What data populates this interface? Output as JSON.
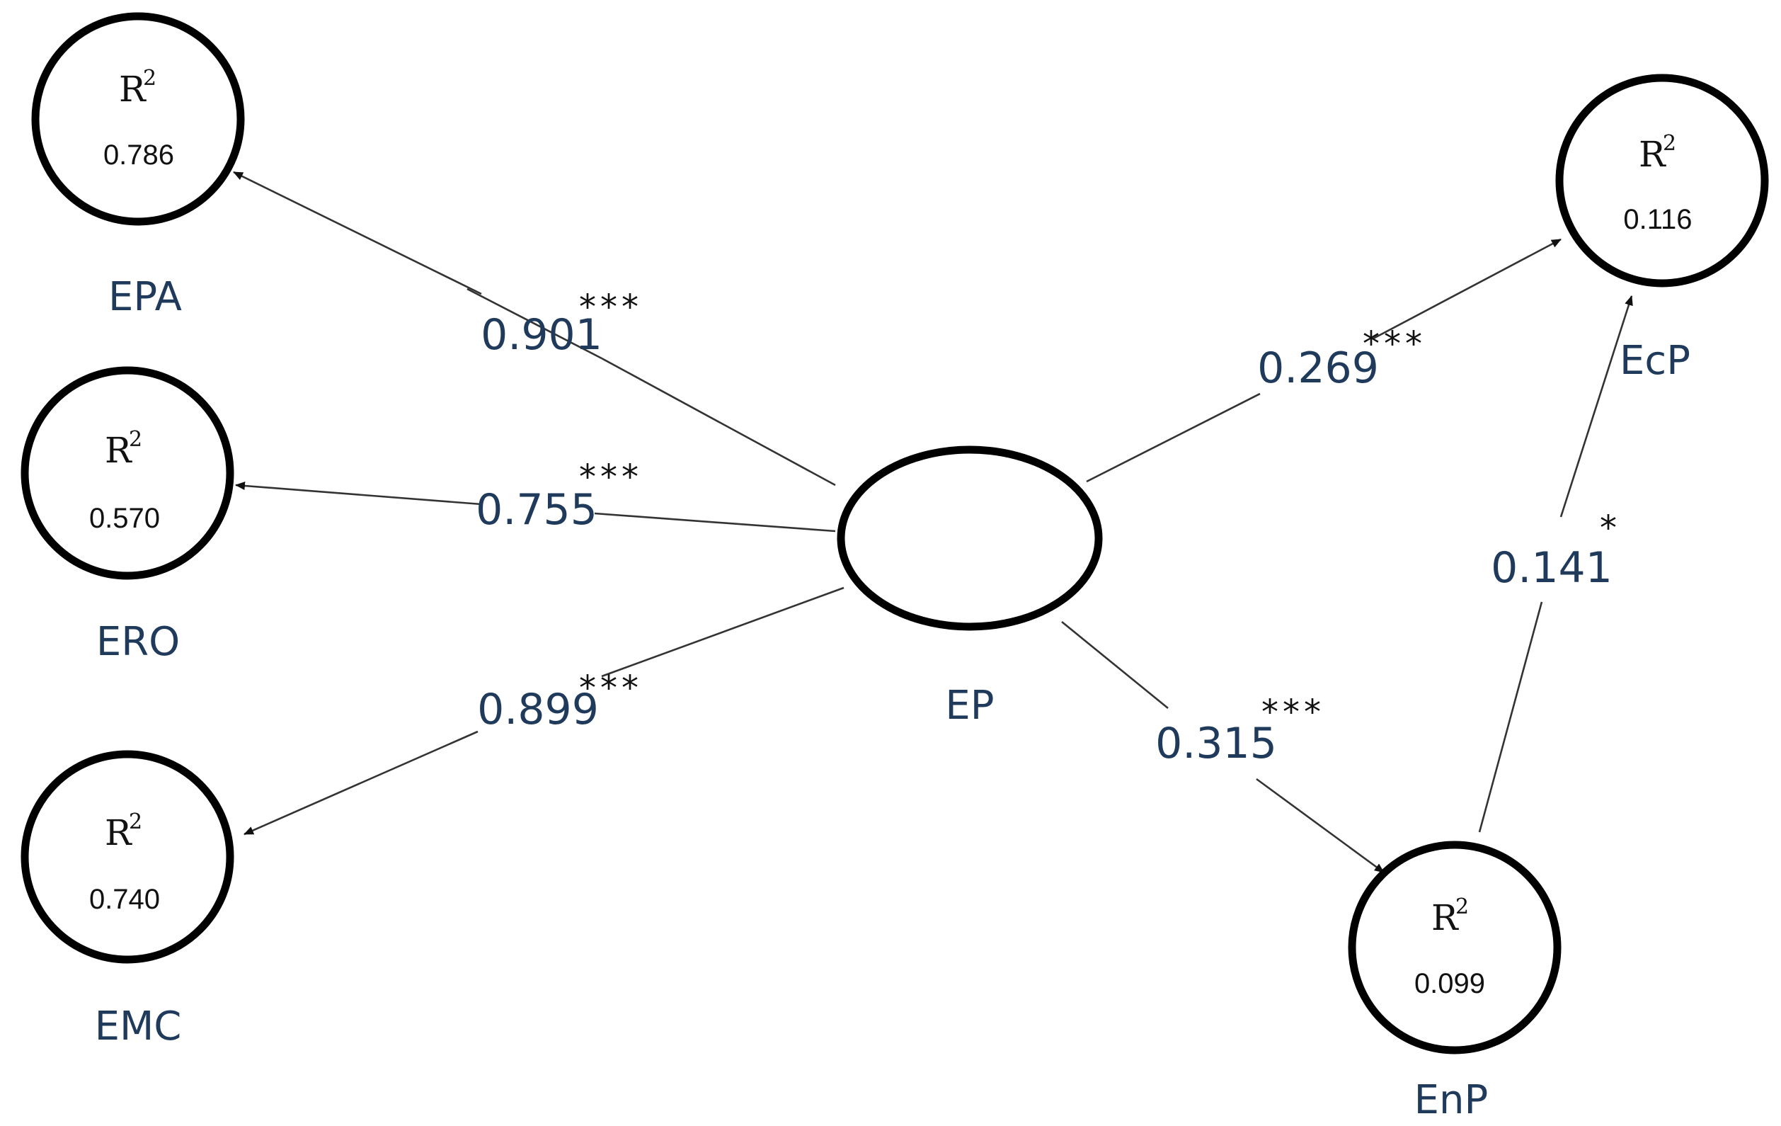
{
  "diagram": {
    "center": {
      "name": "EP"
    },
    "nodes": {
      "EPA": {
        "name": "EPA",
        "r2_label": "R",
        "r2_sup": "2",
        "r2_value": "0.786"
      },
      "ERO": {
        "name": "ERO",
        "r2_label": "R",
        "r2_sup": "2",
        "r2_value": "0.570"
      },
      "EMC": {
        "name": "EMC",
        "r2_label": "R",
        "r2_sup": "2",
        "r2_value": "0.740"
      },
      "EcP": {
        "name": "EcP",
        "r2_label": "R",
        "r2_sup": "2",
        "r2_value": "0.116"
      },
      "EnP": {
        "name": "EnP",
        "r2_label": "R",
        "r2_sup": "2",
        "r2_value": "0.099"
      }
    },
    "paths": {
      "ep_epa": {
        "from": "EP",
        "to": "EPA",
        "coefficient": "0.901",
        "significance": "***"
      },
      "ep_ero": {
        "from": "EP",
        "to": "ERO",
        "coefficient": "0.755",
        "significance": "***"
      },
      "ep_emc": {
        "from": "EP",
        "to": "EMC",
        "coefficient": "0.899",
        "significance": "***"
      },
      "ep_ecp": {
        "from": "EP",
        "to": "EcP",
        "coefficient": "0.269",
        "significance": "***"
      },
      "ep_enp": {
        "from": "EP",
        "to": "EnP",
        "coefficient": "0.315",
        "significance": "***"
      },
      "enp_ecp": {
        "from": "EnP",
        "to": "EcP",
        "coefficient": "0.141",
        "significance": "*"
      }
    }
  }
}
